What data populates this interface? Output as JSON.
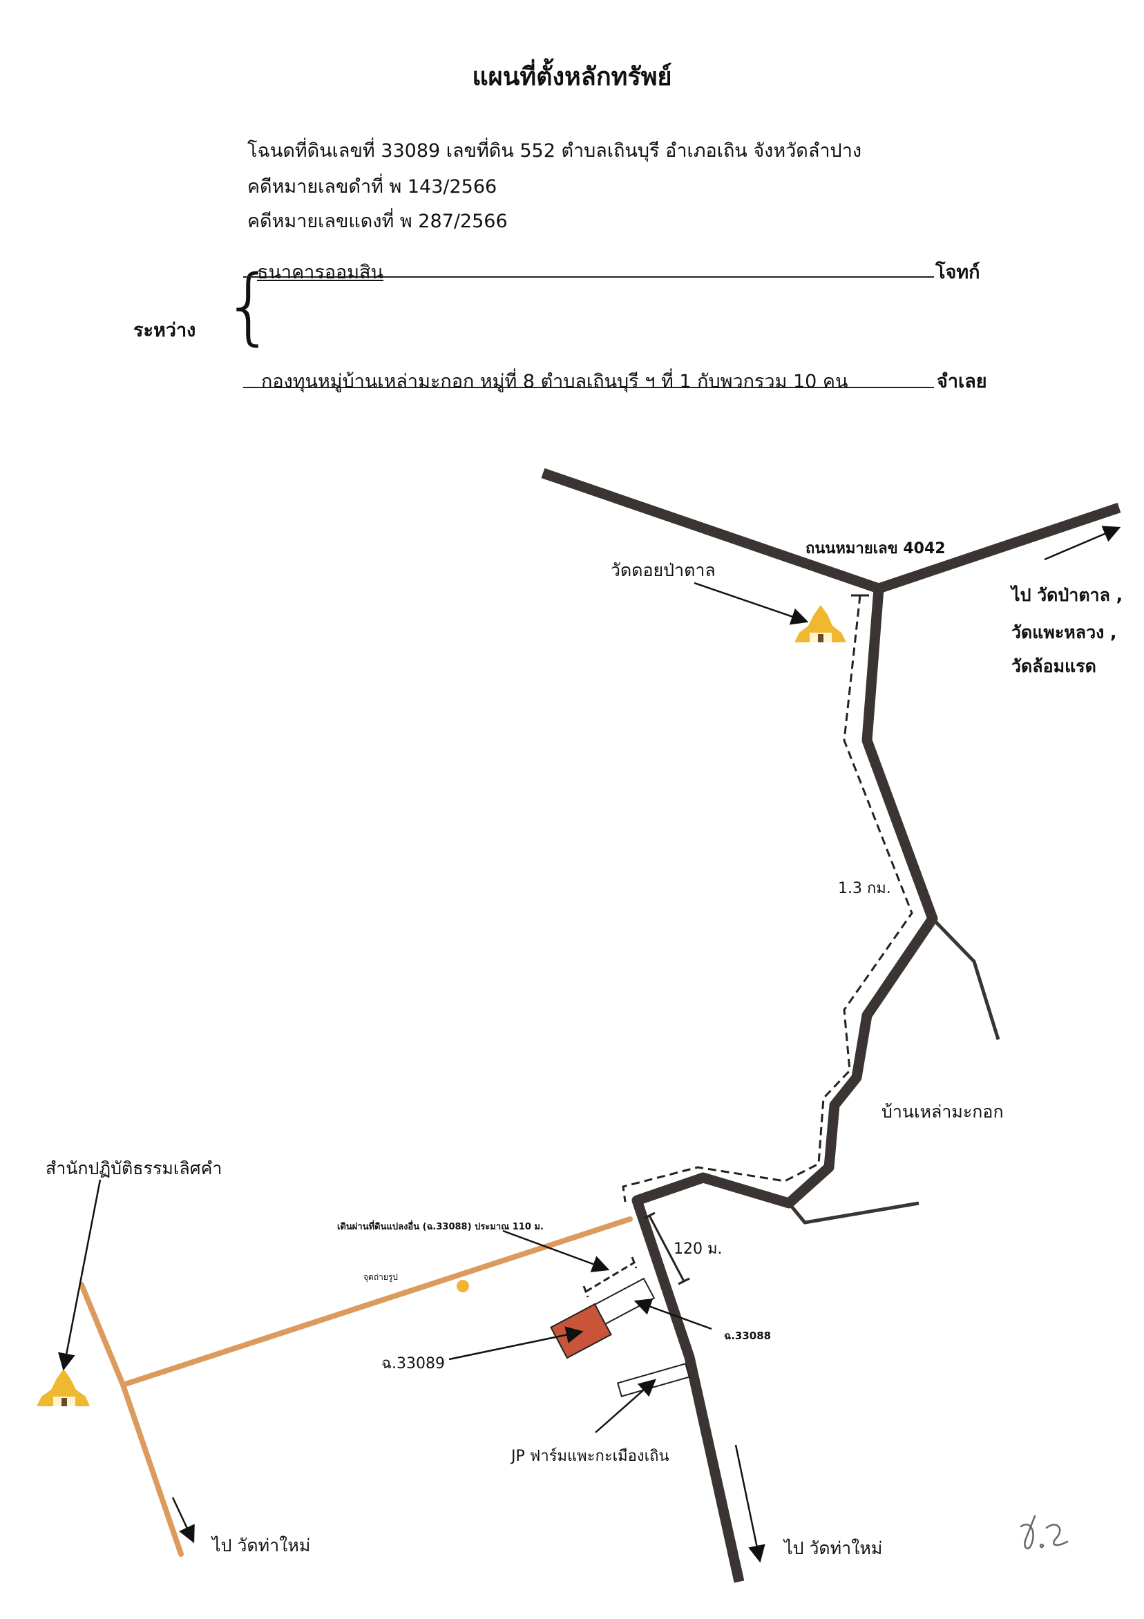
{
  "header": {
    "title": "แผนที่ตั้งหลักทรัพย์",
    "deed_line": "โฉนดที่ดินเลขที่ 33089 เลขที่ดิน 552 ตำบลเถินบุรี อำเภอเถิน จังหวัดลำปาง",
    "black_case": "คดีหมายเลขดำที่ พ 143/2566",
    "red_case": "คดีหมายเลขแดงที่ พ 287/2566"
  },
  "parties": {
    "between_label": "ระหว่าง",
    "plaintiff_name": "ธนาคารออมสิน",
    "plaintiff_role": "โจทก์",
    "defendant_name": "กองทุนหมู่บ้านเหล่ามะกอก หมู่ที่ 8 ตำบลเถินบุรี ฯ ที่ 1 กับพวกรวม 10 คน",
    "defendant_role": "จำเลย"
  },
  "map": {
    "road_label": "ถนนหมายเลข 4042",
    "temple_doi_pa_tan": "วัดดอยป่าตาล",
    "to_temples": [
      "ไป วัดป่าตาล ,",
      "วัดแพะหลวง ,",
      "วัดล้อมแรด"
    ],
    "distance_1": "1.3 กม.",
    "village": "บ้านเหล่ามะกอก",
    "dhamma_center": "สำนักปฏิบัติธรรมเลิศคำ",
    "walk_note": "เดินผ่านที่ดินแปลงอื่น (ฉ.33088) ประมาณ 110 ม.",
    "photo_point": "จุดถ่ายรูป",
    "distance_2": "120 ม.",
    "parcel_target": "ฉ.33089",
    "parcel_other": "ฉ.33088",
    "farm": "JP ฟาร์มแพะกะเมืองเถิน",
    "to_tha_mai_left": "ไป วัดท่าใหม่",
    "to_tha_mai_right": "ไป วัดท่าใหม่",
    "signature": "ป.2"
  },
  "colors": {
    "road": "#3a3533",
    "orange_road": "#dc9a5c",
    "parcel_fill": "#c8553a",
    "temple_gold": "#f0b830"
  }
}
